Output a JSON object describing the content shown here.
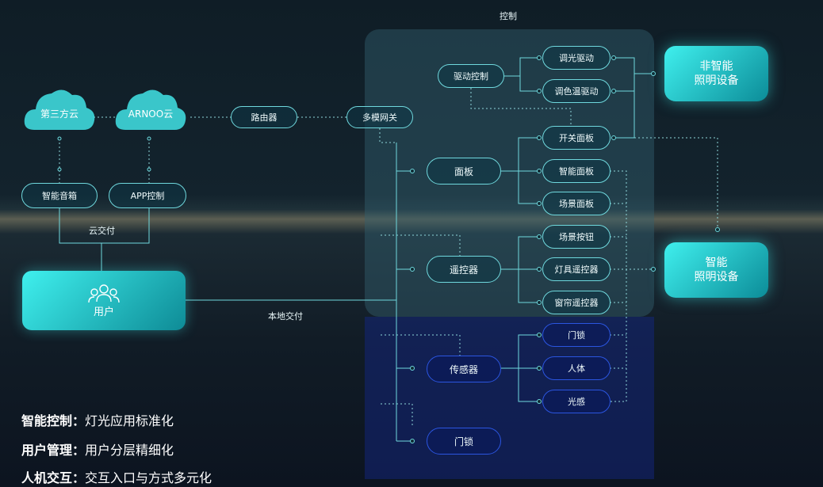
{
  "header": {
    "control_label": "控制"
  },
  "cloud": {
    "third_party": "第三方云",
    "arnoo": "ARNOO云",
    "speaker": "智能音箱",
    "app": "APP控制",
    "router": "路由器",
    "gateway": "多模网关",
    "cloud_delivery": "云交付"
  },
  "user": {
    "label": "用户",
    "local_delivery": "本地交付"
  },
  "control": {
    "driver": "驱动控制",
    "panel": "面板",
    "remote": "遥控器",
    "sensor": "传感器",
    "lock": "门锁"
  },
  "leaves": [
    "调光驱动",
    "调色温驱动",
    "开关面板",
    "智能面板",
    "场景面板",
    "场景按钮",
    "灯具遥控器",
    "窗帘遥控器",
    "门锁",
    "人体",
    "光感"
  ],
  "devices": {
    "non_smart": "非智能\n照明设备",
    "smart": "智能\n照明设备"
  },
  "features": [
    {
      "title": "智能控制",
      "desc": "灯光应用标准化"
    },
    {
      "title": "用户管理",
      "desc": "用户分层精细化"
    },
    {
      "title": "人机交互",
      "desc": "交互入口与方式多元化"
    }
  ],
  "colors": {
    "accent": "#3ff0ee",
    "line": "#6fd8dd",
    "sensor_blue": "#2b55e0"
  }
}
